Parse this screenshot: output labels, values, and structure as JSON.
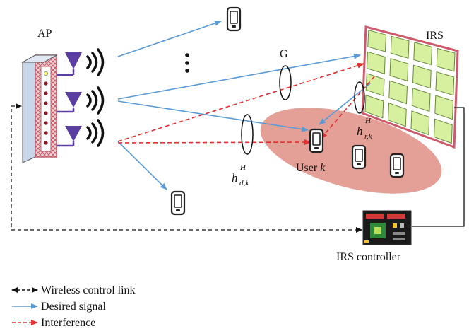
{
  "labels": {
    "ap": "AP",
    "irs": "IRS",
    "g": "G",
    "user_k": "User",
    "user_k_sym": "k",
    "h_d_base": "h",
    "h_d_sup": "H",
    "h_d_sub": "d,k",
    "h_r_base": "h",
    "h_r_sup": "H",
    "h_r_sub": "r,k",
    "irs_controller": "IRS controller"
  },
  "legend": [
    {
      "label": "Wireless control link",
      "style": "dashed-bidirectional",
      "color": "#111111"
    },
    {
      "label": "Desired signal",
      "style": "solid-arrow",
      "color": "#5b9bd5"
    },
    {
      "label": "Interference",
      "style": "dashed-arrow",
      "color": "#e03030"
    }
  ],
  "colors": {
    "desired": "#5b9bd5",
    "interference": "#e03030",
    "control": "#111111",
    "irs_element": "#d6f0a0",
    "irs_frame": "#cc5a6a",
    "ellipse_zone": "#d9776a",
    "antenna": "#5a3fa0"
  },
  "icons": [
    "ap-icon",
    "antenna-icon",
    "phone-icon",
    "irs-panel-icon",
    "controller-board-icon"
  ]
}
